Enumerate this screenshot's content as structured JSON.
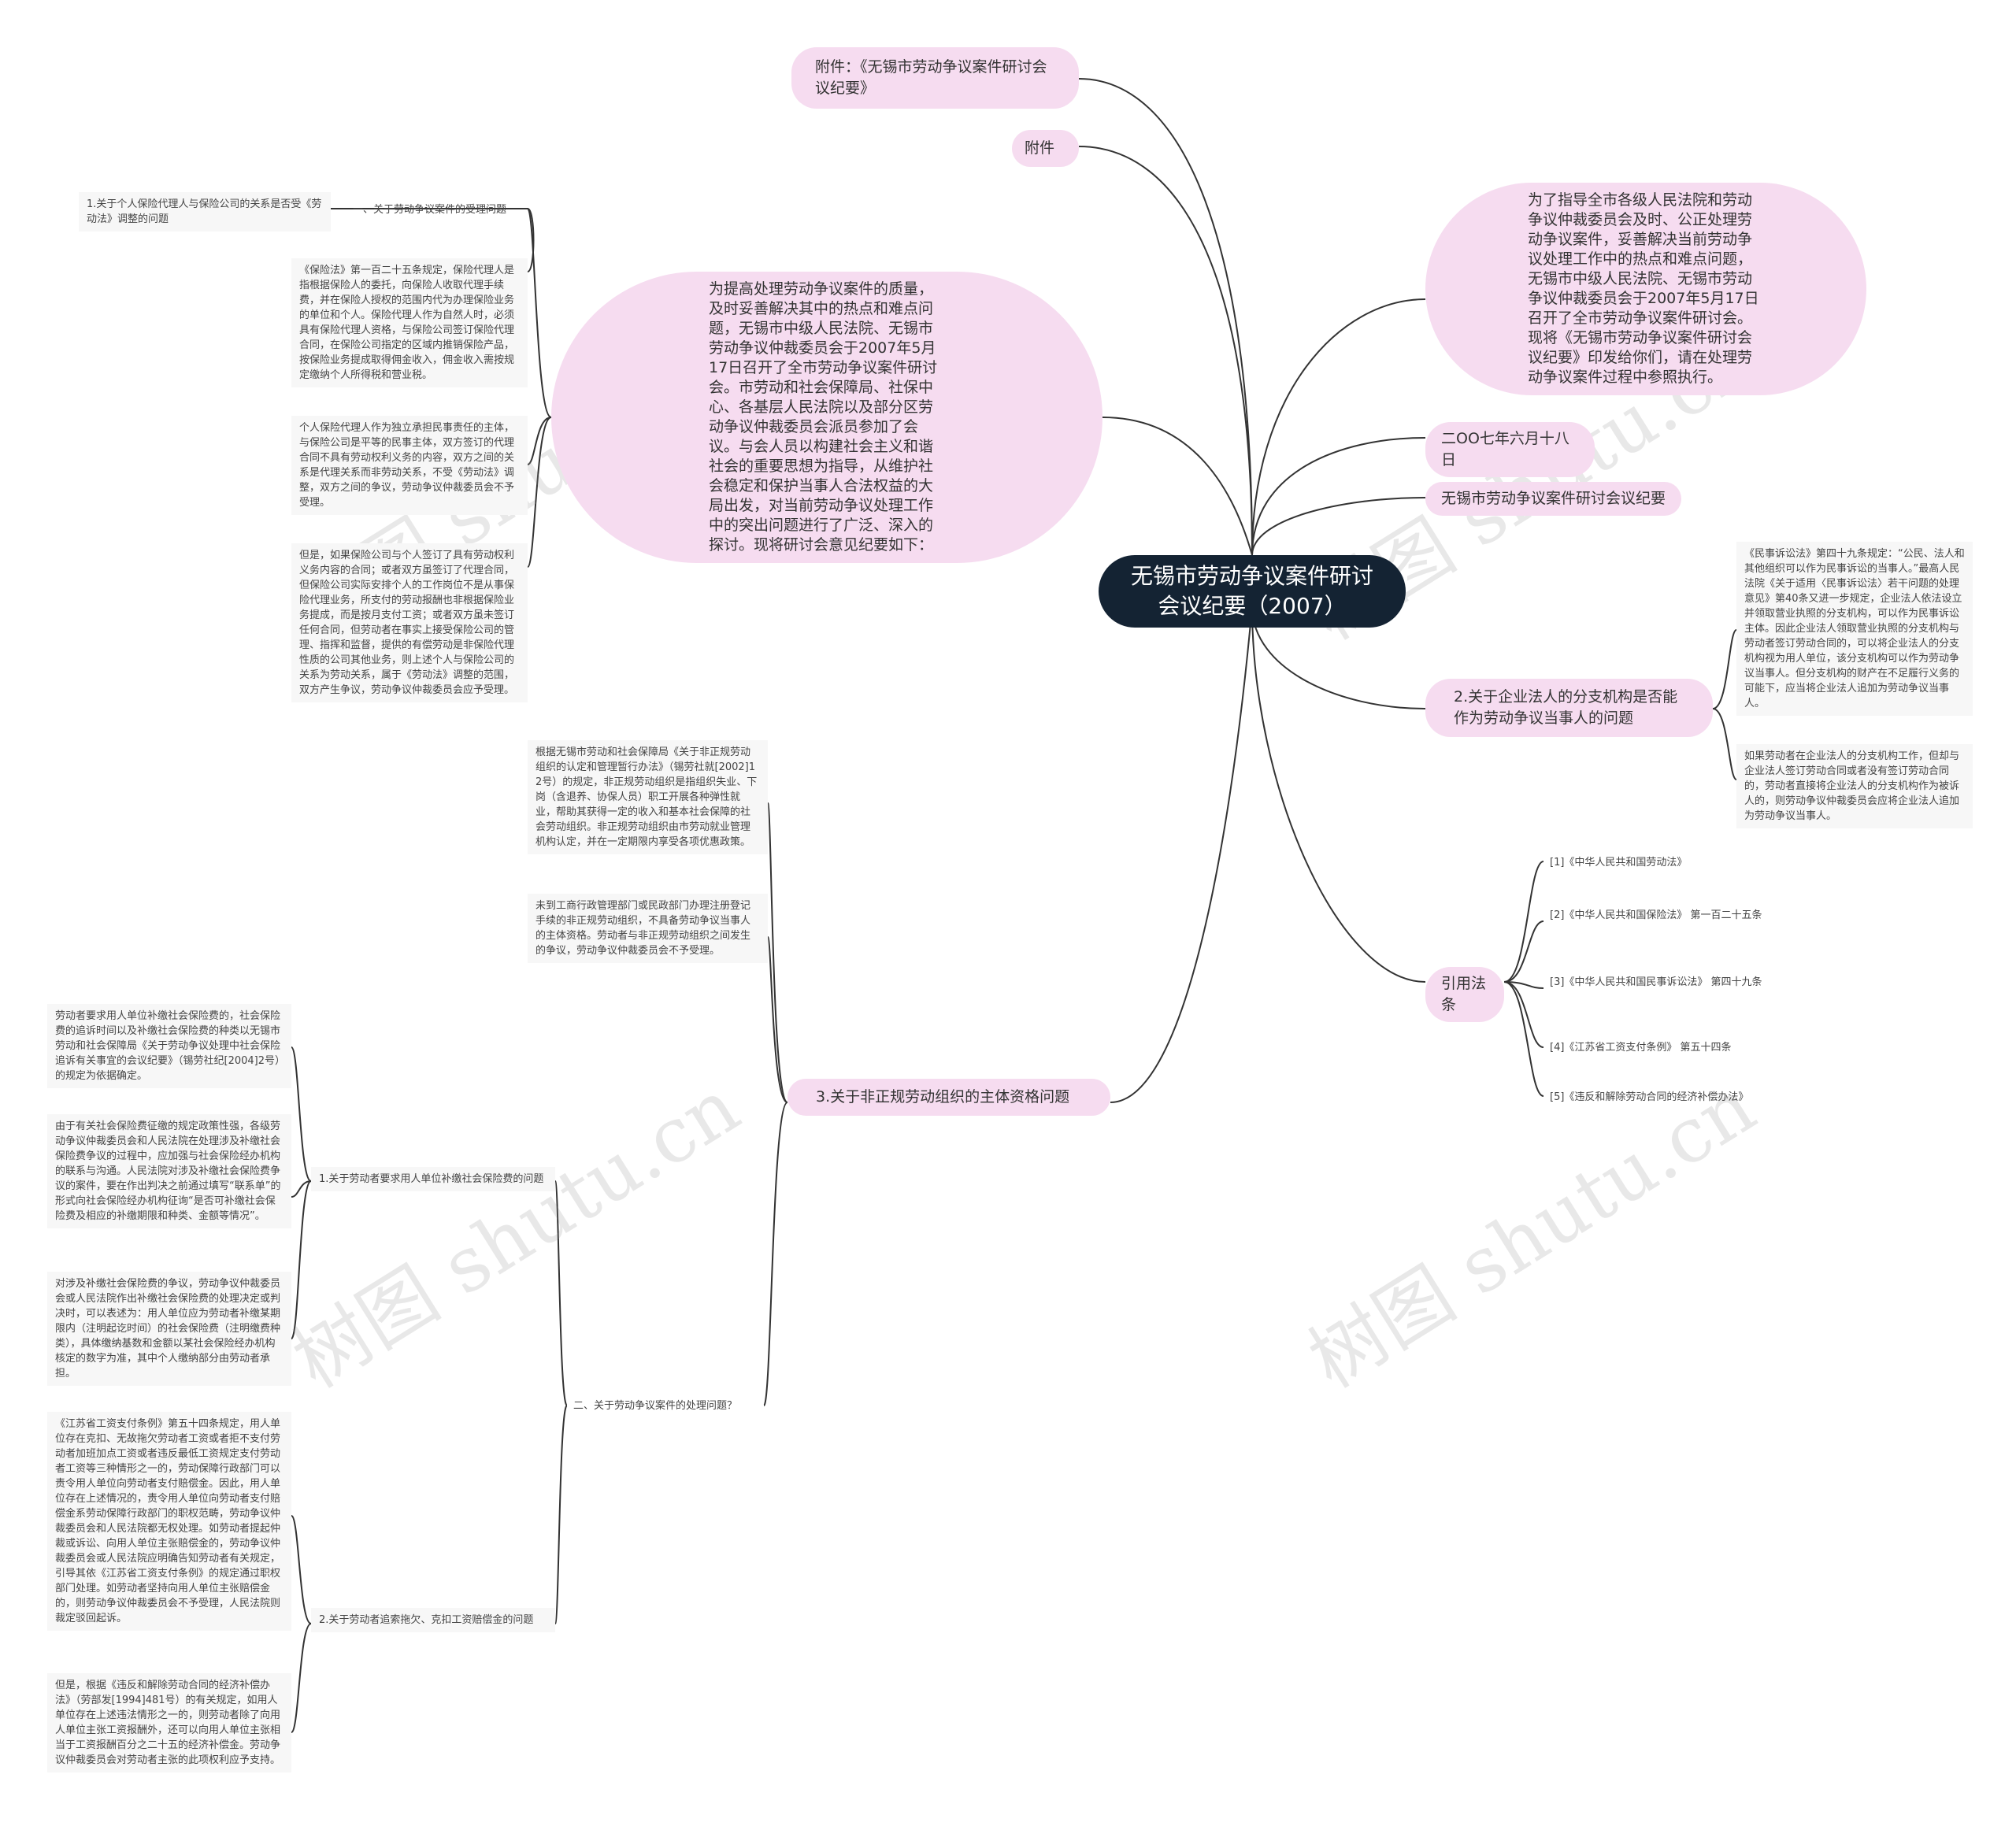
{
  "root": {
    "title": "无锡市劳动争议案件研讨会议纪要（2007）"
  },
  "right": {
    "attachment_title": "附件：《无锡市劳动争议案件研讨会议纪要》",
    "attachment": "附件",
    "intro": "为了指导全市各级人民法院和劳动争议仲裁委员会及时、公正处理劳动争议案件，妥善解决当前劳动争议处理工作中的热点和难点问题，无锡市中级人民法院、无锡市劳动争议仲裁委员会于2007年5月17日召开了全市劳动争议案件研讨会。现将《无锡市劳动争议案件研讨会议纪要》印发给你们，请在处理劳动争议案件过程中参照执行。",
    "date": "二OO七年六月十八日",
    "minutes": "无锡市劳动争议案件研讨会议纪要",
    "branch": {
      "title": "2.关于企业法人的分支机构是否能作为劳动争议当事人的问题",
      "leaves": [
        "《民事诉讼法》第四十九条规定：“公民、法人和其他组织可以作为民事诉讼的当事人。”最高人民法院《关于适用〈民事诉讼法〉若干问题的处理意见》第40条又进一步规定，企业法人依法设立并领取营业执照的分支机构，可以作为民事诉讼主体。因此企业法人领取营业执照的分支机构与劳动者签订劳动合同的，可以将企业法人的分支机构视为用人单位，该分支机构可以作为劳动争议当事人。但分支机构的财产在不足履行义务的可能下，应当将企业法人追加为劳动争议当事人。",
        "如果劳动者在企业法人的分支机构工作，但却与企业法人签订劳动合同或者没有签订劳动合同的，劳动者直接将企业法人的分支机构作为被诉人的，则劳动争议仲裁委员会应将企业法人追加为劳动争议当事人。"
      ]
    },
    "refs": {
      "title": "引用法条",
      "items": [
        "[1]《中华人民共和国劳动法》",
        "[2]《中华人民共和国保险法》 第一百二十五条",
        "[3]《中华人民共和国民事诉讼法》 第四十九条",
        "[4]《江苏省工资支付条例》 第五十四条",
        "[5]《违反和解除劳动合同的经济补偿办法》"
      ]
    }
  },
  "left": {
    "preface": "为提高处理劳动争议案件的质量，及时妥善解决其中的热点和难点问题，无锡市中级人民法院、无锡市劳动争议仲裁委员会于2007年5月17日召开了全市劳动争议案件研讨会。市劳动和社会保障局、社保中心、各基层人民法院以及部分区劳动争议仲裁委员会派员参加了会议。与会人员以构建社会主义和谐社会的重要思想为指导，从维护社会稳定和保护当事人合法权益的大局出发，对当前劳动争议处理工作中的突出问题进行了广泛、深入的探讨。现将研讨会意见纪要如下：",
    "sec1": {
      "label": "一、关于劳动争议案件的受理问题",
      "q1": "1.关于个人保险代理人与保险公司的关系是否受《劳动法》调整的问题",
      "leaves": [
        "《保险法》第一百二十五条规定，保险代理人是指根据保险人的委托，向保险人收取代理手续费，并在保险人授权的范围内代为办理保险业务的单位和个人。保险代理人作为自然人时，必须具有保险代理人资格，与保险公司签订保险代理合同，在保险公司指定的区域内推销保险产品，按保险业务提成取得佣金收入，佣金收入需按规定缴纳个人所得税和营业税。",
        "个人保险代理人作为独立承担民事责任的主体，与保险公司是平等的民事主体，双方签订的代理合同不具有劳动权利义务的内容，双方之间的关系是代理关系而非劳动关系，不受《劳动法》调整，双方之间的争议，劳动争议仲裁委员会不予受理。",
        "但是，如果保险公司与个人签订了具有劳动权利义务内容的合同；或者双方虽签订了代理合同，但保险公司实际安排个人的工作岗位不是从事保险代理业务，所支付的劳动报酬也非根据保险业务提成，而是按月支付工资；或者双方虽未签订任何合同，但劳动者在事实上接受保险公司的管理、指挥和监督，提供的有偿劳动是非保险代理性质的公司其他业务，则上述个人与保险公司的关系为劳动关系，属于《劳动法》调整的范围，双方产生争议，劳动争议仲裁委员会应予受理。"
      ]
    },
    "sec3": {
      "title": "3.关于非正规劳动组织的主体资格问题",
      "leaves": [
        "根据无锡市劳动和社会保障局《关于非正规劳动组织的认定和管理暂行办法》（锡劳社就[2002]12号）的规定，非正规劳动组织是指组织失业、下岗（含退养、协保人员）职工开展各种弹性就业，帮助其获得一定的收入和基本社会保障的社会劳动组织。非正规劳动组织由市劳动就业管理机构认定，并在一定期限内享受各项优惠政策。",
        "未到工商行政管理部门或民政部门办理注册登记手续的非正规劳动组织，不具备劳动争议当事人的主体资格。劳动者与非正规劳动组织之间发生的争议，劳动争议仲裁委员会不予受理。"
      ]
    },
    "sec2": {
      "label": "二、关于劳动争议案件的处理问题？",
      "q1": {
        "title": "1.关于劳动者要求用人单位补缴社会保险费的问题",
        "leaves": [
          "劳动者要求用人单位补缴社会保险费的，社会保险费的追诉时间以及补缴社会保险费的种类以无锡市劳动和社会保障局《关于劳动争议处理中社会保险追诉有关事宜的会议纪要》（锡劳社纪[2004]2号）的规定为依据确定。",
          "由于有关社会保险费征缴的规定政策性强，各级劳动争议仲裁委员会和人民法院在处理涉及补缴社会保险费争议的过程中，应加强与社会保险经办机构的联系与沟通。人民法院对涉及补缴社会保险费争议的案件，要在作出判决之前通过填写“联系单”的形式向社会保险经办机构征询“是否可补缴社会保险费及相应的补缴期限和种类、金额等情况”。",
          "对涉及补缴社会保险费的争议，劳动争议仲裁委员会或人民法院作出补缴社会保险费的处理决定或判决时，可以表述为：用人单位应为劳动者补缴某期限内（注明起讫时间）的社会保险费（注明缴费种类），具体缴纳基数和金额以某社会保险经办机构核定的数字为准，其中个人缴纳部分由劳动者承担。"
        ]
      },
      "q2": {
        "title": "2.关于劳动者追索拖欠、克扣工资赔偿金的问题",
        "leaves": [
          "《江苏省工资支付条例》第五十四条规定，用人单位存在克扣、无故拖欠劳动者工资或者拒不支付劳动者加班加点工资或者违反最低工资规定支付劳动者工资等三种情形之一的，劳动保障行政部门可以责令用人单位向劳动者支付赔偿金。因此，用人单位存在上述情况的，责令用人单位向劳动者支付赔偿金系劳动保障行政部门的职权范畴，劳动争议仲裁委员会和人民法院都无权处理。如劳动者提起仲裁或诉讼、向用人单位主张赔偿金的，劳动争议仲裁委员会或人民法院应明确告知劳动者有关规定，引导其依《江苏省工资支付条例》的规定通过职权部门处理。如劳动者坚持向用人单位主张赔偿金的，则劳动争议仲裁委员会不予受理，人民法院则裁定驳回起诉。",
          "但是，根据《违反和解除劳动合同的经济补偿办法》（劳部发[1994]481号）的有关规定，如用人单位存在上述违法情形之一的，则劳动者除了向用人单位主张工资报酬外，还可以向用人单位主张相当于工资报酬百分之二十五的经济补偿金。劳动争议仲裁委员会对劳动者主张的此项权利应予支持。"
        ]
      }
    }
  },
  "watermark": [
    "树图 shutu.cn",
    "树图 shutu.cn",
    "树图 shutu.cn",
    "树图 shutu.cn"
  ],
  "colors": {
    "root_bg": "#142333",
    "bubble_bg": "#f6dcf0",
    "leaf_bg": "#f7f7f7",
    "line": "#333333"
  }
}
